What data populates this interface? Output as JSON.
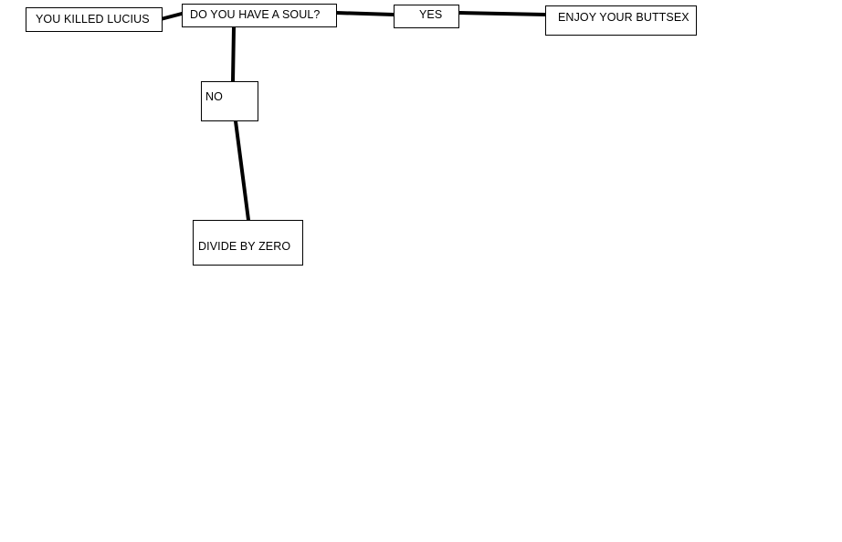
{
  "diagram": {
    "nodes": {
      "killed_lucius": "YOU KILLED LUCIUS",
      "have_soul": "DO YOU HAVE A SOUL?",
      "yes": "YES",
      "enjoy": "ENJOY YOUR BUTTSEX",
      "no": "NO",
      "divide_by_zero": "DIVIDE BY ZERO"
    },
    "edges": [
      {
        "from": "killed_lucius",
        "to": "have_soul"
      },
      {
        "from": "have_soul",
        "to": "yes"
      },
      {
        "from": "yes",
        "to": "enjoy"
      },
      {
        "from": "have_soul",
        "to": "no"
      },
      {
        "from": "no",
        "to": "divide_by_zero"
      }
    ],
    "colors": {
      "line": "#000000",
      "box_border": "#000000",
      "background": "#ffffff"
    }
  }
}
